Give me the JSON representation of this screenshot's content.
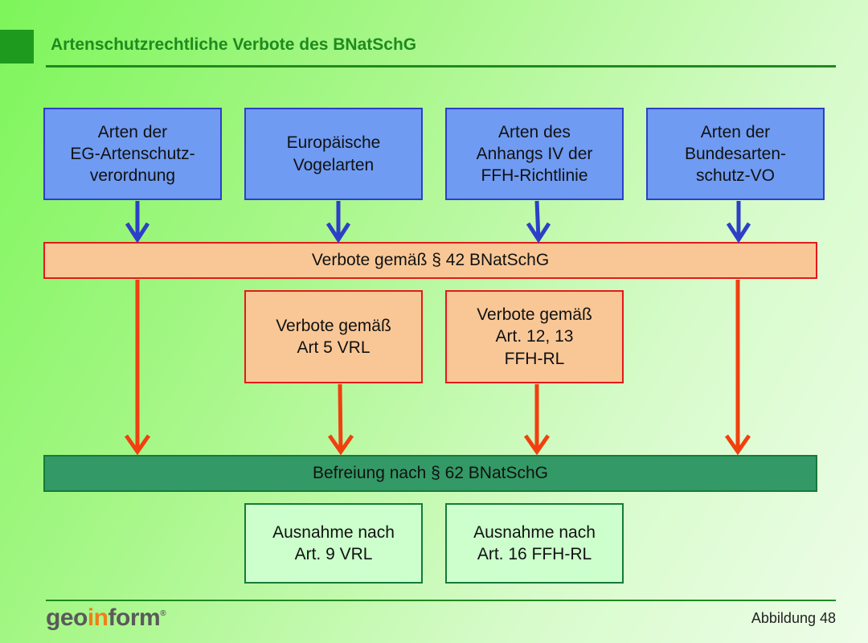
{
  "header": {
    "title": "Artenschutzrechtliche Verbote des BNatSchG"
  },
  "species_boxes": [
    {
      "label": "Arten der\nEG-Artenschutz-\nverordnung"
    },
    {
      "label": "Europäische\nVogelarten"
    },
    {
      "label": "Arten des\nAnhangs IV der\nFFH-Richtlinie"
    },
    {
      "label": "Arten der\nBundesarten-\nschutz-VO"
    }
  ],
  "prohibition_bar": {
    "label": "Verbote gemäß § 42 BNatSchG"
  },
  "prohibition_boxes": [
    {
      "label": "Verbote gemäß\nArt 5 VRL"
    },
    {
      "label": "Verbote gemäß\nArt. 12, 13\nFFH-RL"
    }
  ],
  "exemption_bar": {
    "label": "Befreiung nach § 62 BNatSchG"
  },
  "exception_boxes": [
    {
      "label": "Ausnahme nach\nArt. 9 VRL"
    },
    {
      "label": "Ausnahme nach\nArt. 16 FFH-RL"
    }
  ],
  "footer": {
    "logo_part1": "geo",
    "logo_part2": "in",
    "logo_part3": "form",
    "logo_registered": "®",
    "figure_label": "Abbildung 48"
  },
  "colors": {
    "title_green": "#1f8a1f",
    "blue_arrow": "#2d3fc8",
    "red_arrow": "#f04010"
  }
}
